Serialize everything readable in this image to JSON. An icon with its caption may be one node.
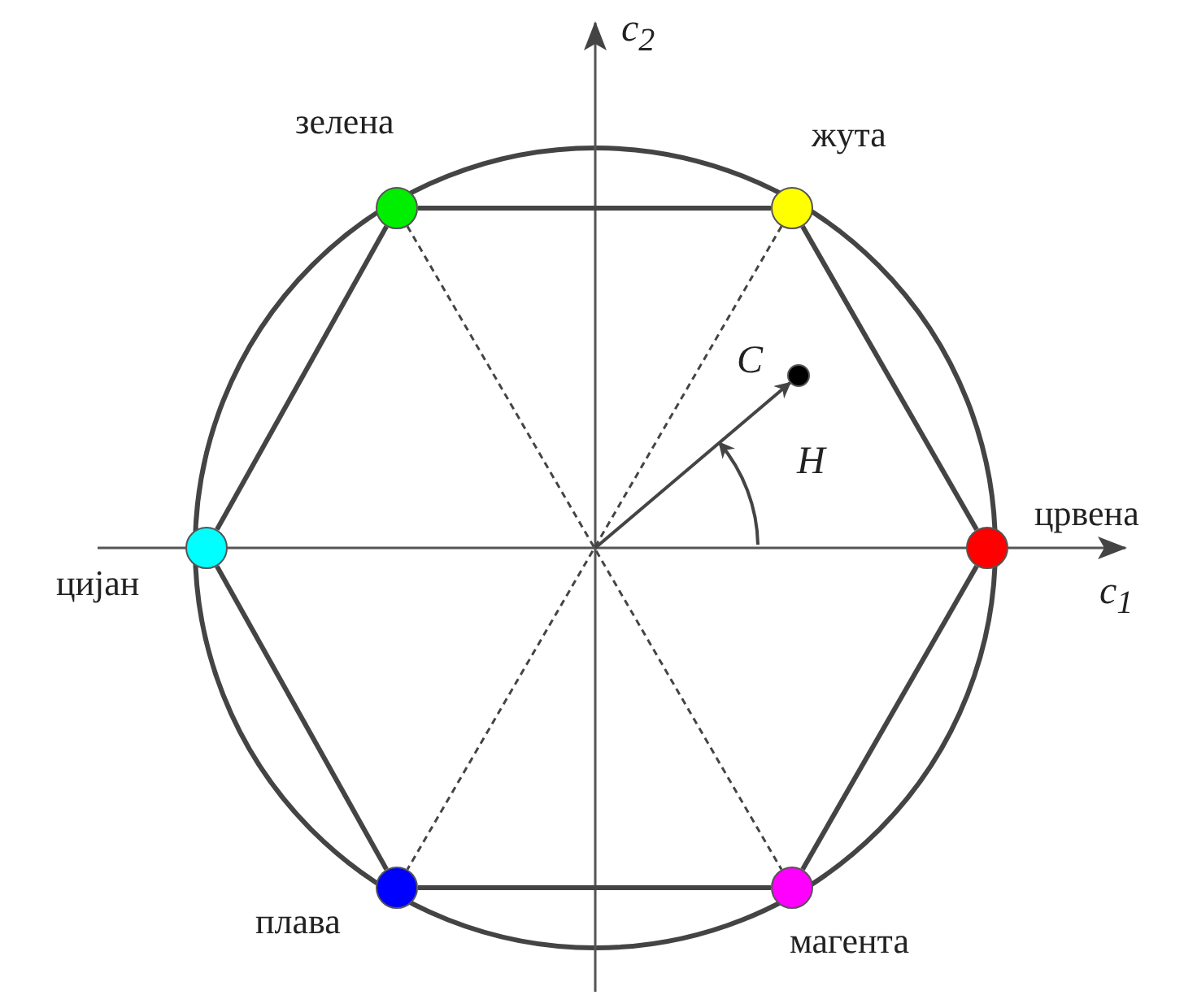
{
  "diagram": {
    "nodes": [
      {
        "text": [],
        "shape": "circle",
        "beside": [
          "зелена"
        ]
      },
      {
        "text": [],
        "shape": "circle",
        "beside": [
          "жута"
        ]
      },
      {
        "text": [],
        "shape": "circle",
        "beside": [
          "C"
        ]
      },
      {
        "text": [],
        "shape": "circle",
        "beside": [
          "црвена"
        ]
      },
      {
        "text": [],
        "shape": "circle",
        "beside": [
          "цијан"
        ]
      },
      {
        "text": [],
        "shape": "circle",
        "beside": [
          "плава"
        ]
      },
      {
        "text": [],
        "shape": "circle",
        "beside": [
          "магента"
        ]
      }
    ],
    "edges": [
      {
        "from": 0,
        "to": 1,
        "arrow": "none"
      },
      {
        "from": 1,
        "to": 3,
        "arrow": "none"
      },
      {
        "from": 3,
        "to": 6,
        "arrow": "none"
      },
      {
        "from": 6,
        "to": 5,
        "arrow": "none"
      },
      {
        "from": 5,
        "to": 4,
        "arrow": "none"
      },
      {
        "from": 4,
        "to": 0,
        "arrow": "none"
      },
      {
        "from": 0,
        "to": 6,
        "arrow": "none",
        "style": "dashed"
      },
      {
        "from": 1,
        "to": 5,
        "arrow": "none",
        "style": "dashed"
      },
      {
        "from": null,
        "to": 2,
        "arrow": "to"
      }
    ],
    "labels": [
      "c$_{2}$",
      "H",
      "c$_{1}$"
    ]
  }
}
